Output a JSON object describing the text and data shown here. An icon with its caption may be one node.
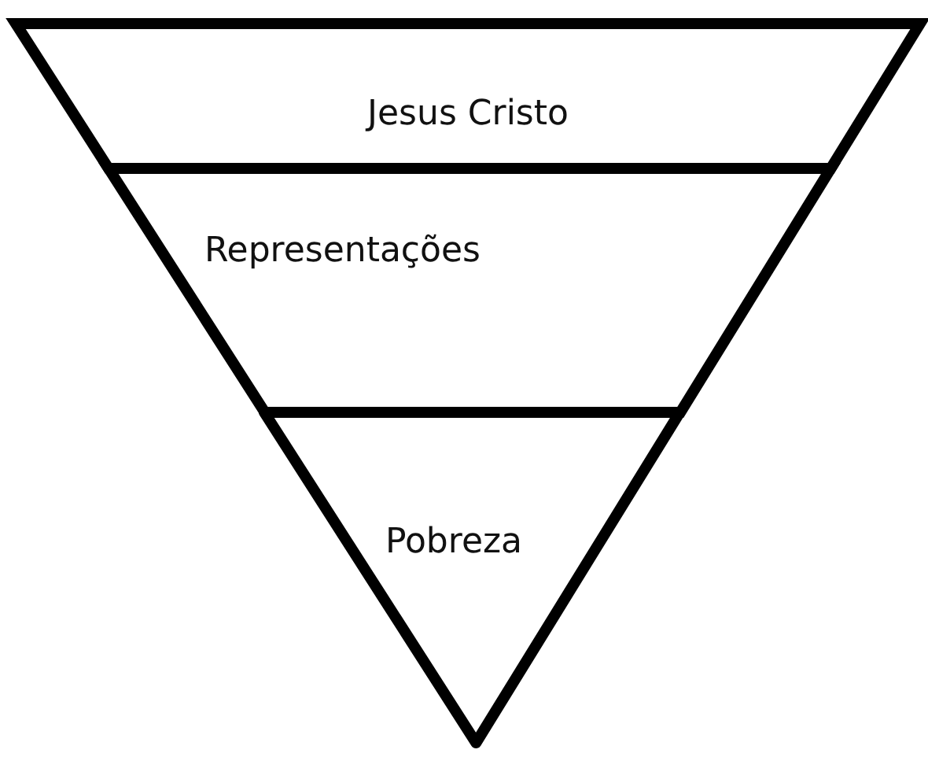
{
  "diagram": {
    "nodes": [
      {
        "text": [
          "Jesus Cristo"
        ]
      },
      {
        "text": [
          "Representações"
        ]
      },
      {
        "text": [
          "Pobreza"
        ]
      }
    ]
  }
}
